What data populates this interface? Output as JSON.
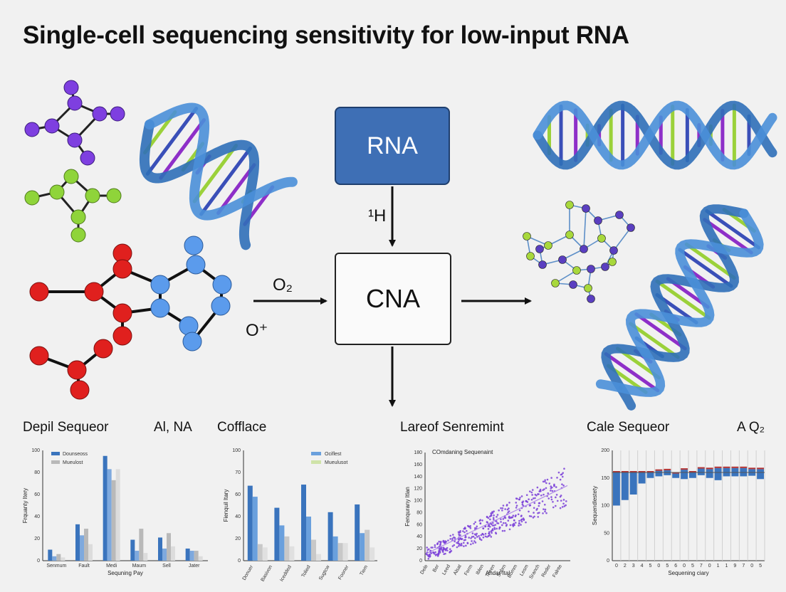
{
  "title": "Single-cell sequencing sensitivity for low-input RNA",
  "diagram": {
    "top_box": "RNA",
    "center_box": "CNA",
    "arrow_label_top": "¹H",
    "arrow_label_left_upper": "O₂",
    "arrow_label_left_lower": "O⁺"
  },
  "panels": {
    "p1_heading": "Depil Sequeor",
    "p1_heading_right": "Al, NA",
    "p2_heading": "Cofflace",
    "p3_heading": "Lareof Senremint",
    "p4_heading": "Cale Sequeor",
    "p4_heading_right": "A Q₂"
  },
  "colors": {
    "accent_blue": "#3e6fb5",
    "bar_blue": "#3a74bd",
    "bar_light_blue": "#6aa0dd",
    "bar_gray": "#c8c8c8",
    "bar_light_green": "#cfe3a8",
    "scatter_purple": "#7a3fd8",
    "atom_purple": "#7e3fe0",
    "atom_green": "#8fd43a",
    "atom_red": "#e0201e",
    "atom_blue": "#5b9bec"
  },
  "chart_data": [
    {
      "type": "bar",
      "title": "",
      "xlabel": "Sequning Pay",
      "ylabel": "Frquanty Itery",
      "ylim": [
        0,
        100
      ],
      "yticks": [
        0,
        20,
        40,
        60,
        80,
        100
      ],
      "categories": [
        "Senmum",
        "Fault",
        "Medi",
        "Maum",
        "Sell",
        "Jater"
      ],
      "series": [
        {
          "name": "Dounseoss",
          "values": [
            10,
            33,
            95,
            19,
            21,
            11
          ]
        },
        {
          "name": "",
          "values": [
            4,
            23,
            83,
            9,
            11,
            9
          ]
        },
        {
          "name": "Mueulost",
          "values": [
            6,
            29,
            73,
            29,
            25,
            9
          ]
        },
        {
          "name": "",
          "values": [
            3,
            15,
            83,
            7,
            13,
            4
          ]
        }
      ],
      "legend_placement": "top-left"
    },
    {
      "type": "bar",
      "title": "",
      "xlabel": "",
      "ylabel": "Fienquil Itary",
      "ylim": [
        0,
        100
      ],
      "yticks": [
        0,
        20,
        40,
        60,
        70,
        100
      ],
      "categories": [
        "Donuer",
        "Basivon",
        "Icedded",
        "Tolied",
        "Sugtcw",
        "Fooner",
        "Tiem"
      ],
      "series": [
        {
          "name": "Ociflest",
          "values": [
            68,
            48,
            69,
            44,
            51
          ]
        },
        {
          "name": "",
          "values": [
            58,
            32,
            40,
            22,
            25
          ]
        },
        {
          "name": "Mueulusot",
          "values": [
            15,
            22,
            19,
            16,
            28
          ]
        },
        {
          "name": "",
          "values": [
            12,
            13,
            6,
            16,
            12
          ]
        }
      ],
      "legend_placement": "top-left"
    },
    {
      "type": "scatter",
      "title": "COmdaning Sequenaint",
      "xlabel": "Ahdar Ital",
      "ylabel": "Fenqurany Itlan",
      "ylim": [
        0,
        180
      ],
      "yticks": [
        0,
        20,
        40,
        60,
        80,
        100,
        120,
        140,
        160,
        180
      ],
      "trend": "increasing",
      "x_range": [
        0,
        1
      ],
      "y_start": 12,
      "y_end": 125
    },
    {
      "type": "bar",
      "title": "",
      "xlabel": "Sequening ciary",
      "ylabel": "Sequendlestety",
      "ylim": [
        0,
        200
      ],
      "yticks": [
        0,
        50,
        100,
        150,
        200
      ],
      "categories": [
        "0",
        "2",
        "3",
        "4",
        "5",
        "0",
        "5",
        "6",
        "0",
        "5",
        "7",
        "0",
        "1",
        "1",
        "9",
        "7",
        "0",
        "5"
      ],
      "floating_bars": [
        [
          100,
          160
        ],
        [
          110,
          160
        ],
        [
          120,
          160
        ],
        [
          140,
          160
        ],
        [
          150,
          160
        ],
        [
          153,
          163
        ],
        [
          155,
          164
        ],
        [
          150,
          158
        ],
        [
          148,
          165
        ],
        [
          150,
          160
        ],
        [
          155,
          167
        ],
        [
          150,
          166
        ],
        [
          146,
          168
        ],
        [
          153,
          168
        ],
        [
          153,
          168
        ],
        [
          153,
          168
        ],
        [
          154,
          166
        ],
        [
          148,
          166
        ]
      ]
    }
  ]
}
